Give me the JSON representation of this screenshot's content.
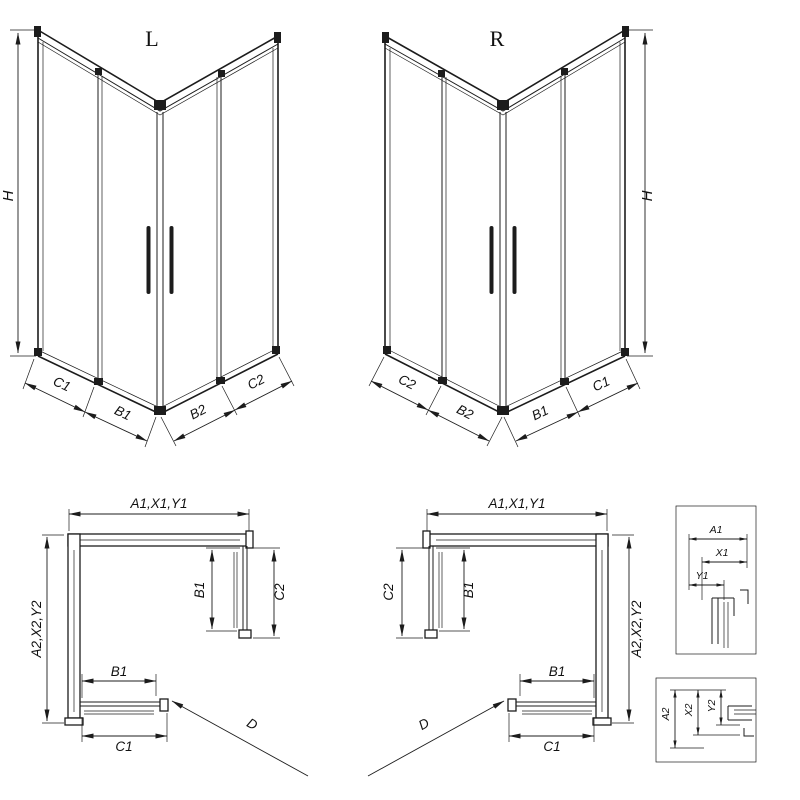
{
  "drawing": {
    "background": "#ffffff",
    "line_color": "#1c1c1c"
  },
  "iso_left": {
    "view_label": "L",
    "height_dim": "H",
    "bottom_dims": [
      "C1",
      "B1",
      "B2",
      "C2"
    ]
  },
  "iso_right": {
    "view_label": "R",
    "height_dim": "H",
    "bottom_dims": [
      "C2",
      "B2",
      "B1",
      "C1"
    ]
  },
  "plan_left": {
    "top_dim": "A1,X1,Y1",
    "side_dim": "A2,X2,Y2",
    "panel_door_dim": "B1",
    "panel_total_dim": "C2",
    "front_door_dim": "B1",
    "front_total_dim": "C1",
    "entry_dim": "D"
  },
  "plan_right": {
    "top_dim": "A1,X1,Y1",
    "side_dim": "A2,X2,Y2",
    "panel_door_dim": "B1",
    "panel_total_dim": "C2",
    "front_door_dim": "B1",
    "front_total_dim": "C1",
    "entry_dim": "D"
  },
  "detail_top": {
    "dims": [
      "A1",
      "X1",
      "Y1"
    ]
  },
  "detail_bottom": {
    "dims": [
      "A2",
      "X2",
      "Y2"
    ]
  }
}
